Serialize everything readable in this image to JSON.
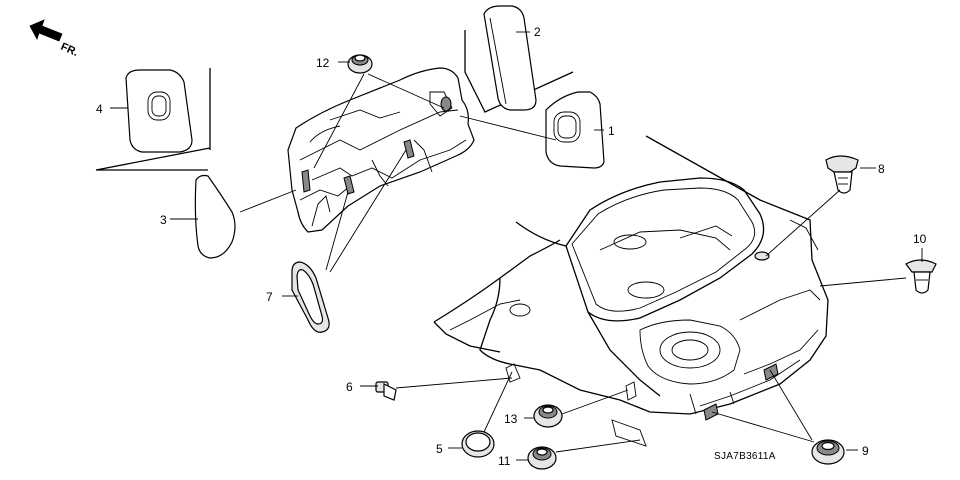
{
  "diagram": {
    "front_indicator": "FR.",
    "drawing_code": "SJA7B3611A",
    "callouts": [
      {
        "id": "c1",
        "label": "1"
      },
      {
        "id": "c2",
        "label": "2"
      },
      {
        "id": "c3",
        "label": "3"
      },
      {
        "id": "c4",
        "label": "4"
      },
      {
        "id": "c5",
        "label": "5"
      },
      {
        "id": "c6",
        "label": "6"
      },
      {
        "id": "c7",
        "label": "7"
      },
      {
        "id": "c8",
        "label": "8"
      },
      {
        "id": "c9",
        "label": "9"
      },
      {
        "id": "c10",
        "label": "10"
      },
      {
        "id": "c11",
        "label": "11"
      },
      {
        "id": "c12",
        "label": "12"
      },
      {
        "id": "c13",
        "label": "13"
      }
    ]
  }
}
